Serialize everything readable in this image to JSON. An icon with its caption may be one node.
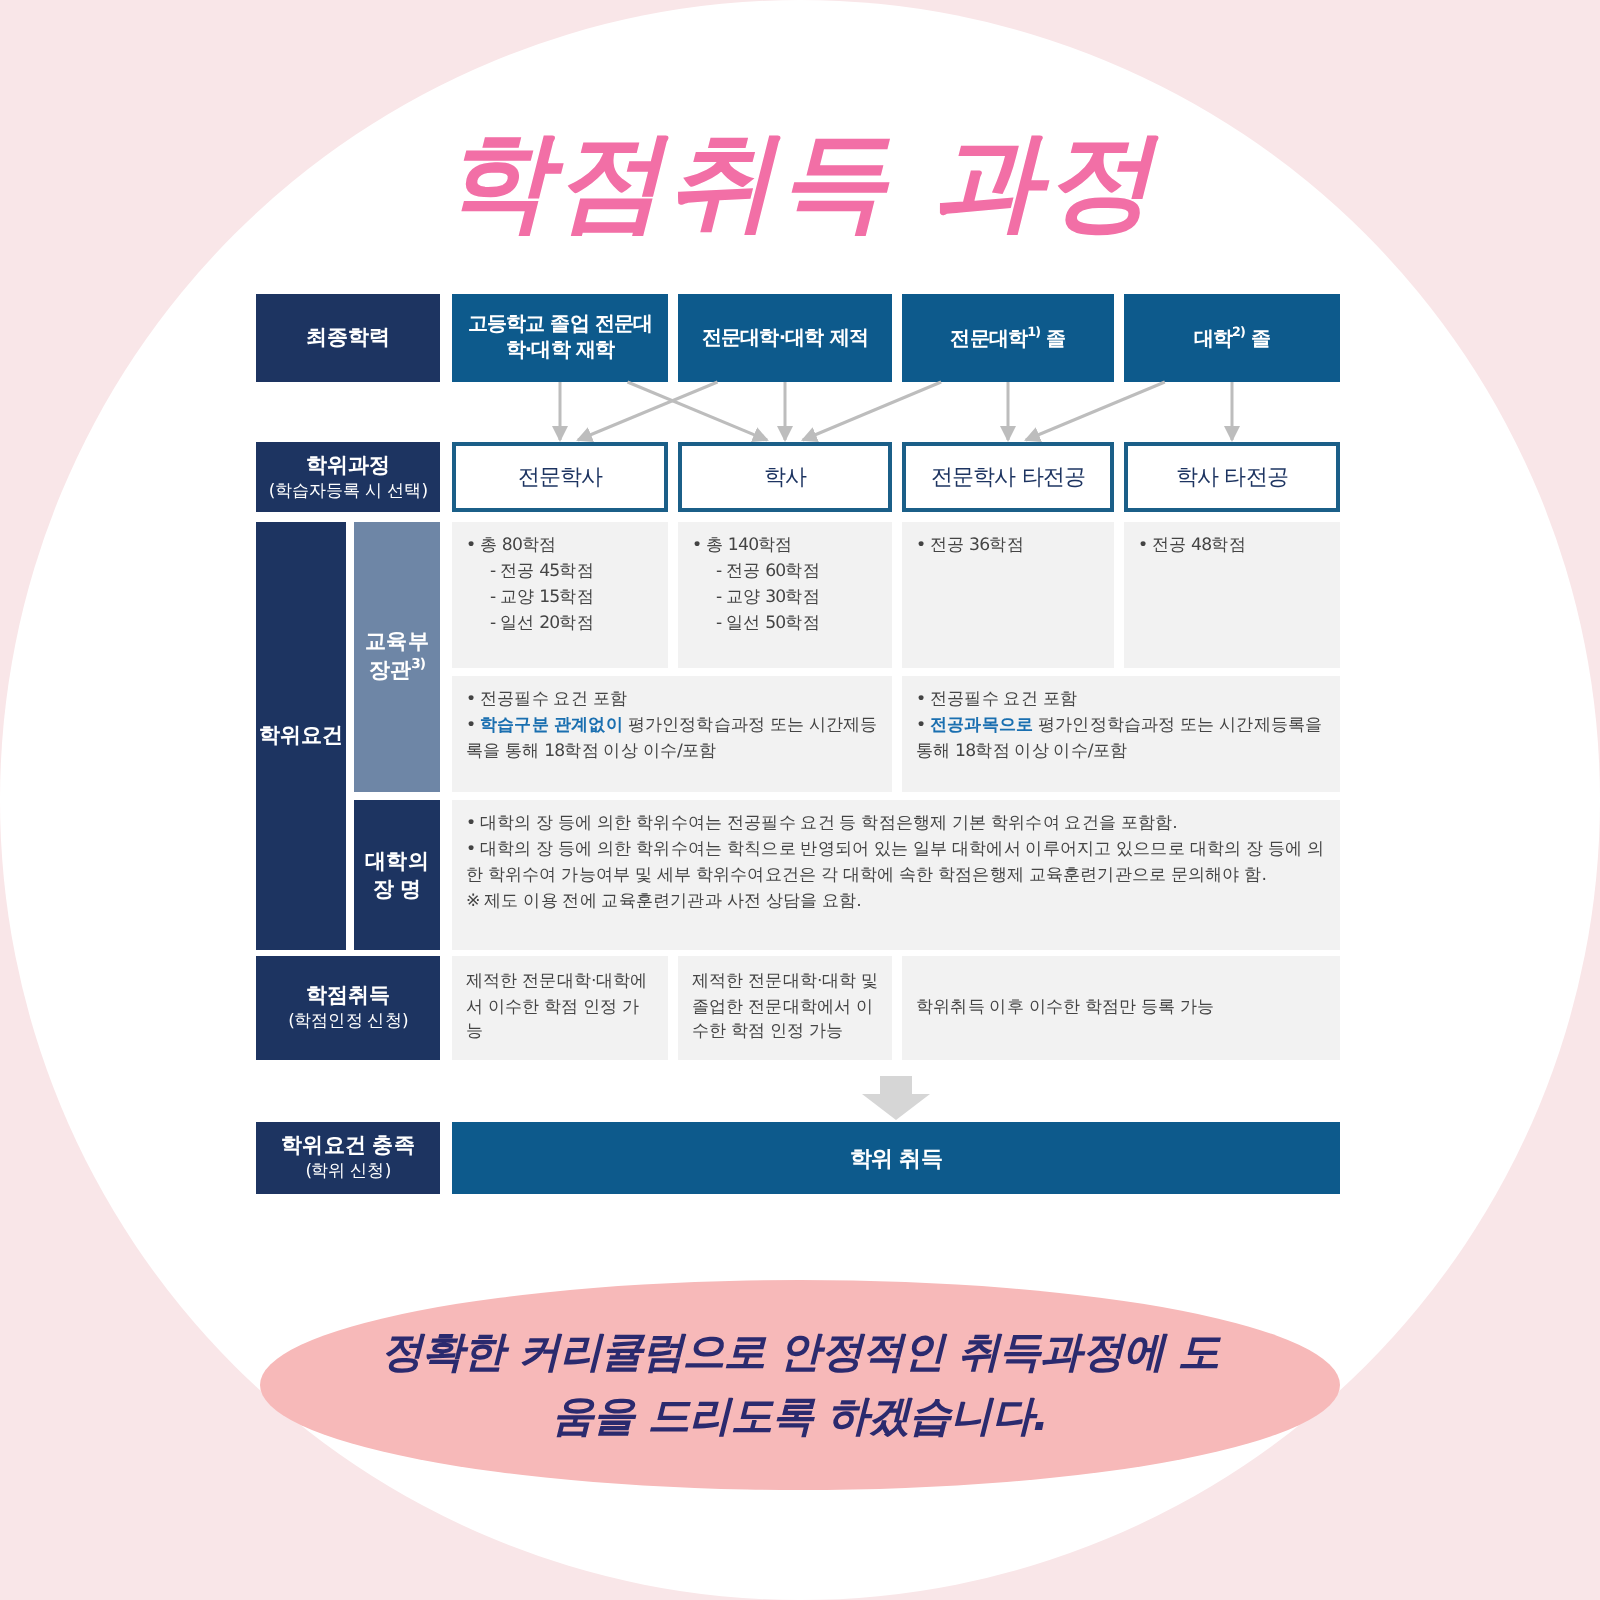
{
  "diagram": {
    "title": "학점취득 과정",
    "nodes": [
      {
        "text": [
          "최종학력"
        ]
      },
      {
        "text": [
          "고등학교 졸업 전문대학·대학 재학"
        ]
      },
      {
        "text": [
          "전문대학·대학 제적"
        ]
      },
      {
        "text": [
          "전문대학$^{1)}$ 졸"
        ]
      },
      {
        "text": [
          "대학$^{2)}$ 졸"
        ]
      },
      {
        "text": [
          "학위과정",
          "(학습자등록 시 선택)"
        ]
      },
      {
        "text": [
          "전문학사"
        ]
      },
      {
        "text": [
          "학사"
        ]
      },
      {
        "text": [
          "전문학사 타전공"
        ]
      },
      {
        "text": [
          "학사 타전공"
        ]
      },
      {
        "text": [
          "학위요건"
        ]
      },
      {
        "text": [
          "교육부 장관$^{3)}$"
        ]
      },
      {
        "text": [
          "• 총 80학점",
          "- 전공 45학점",
          "- 교양 15학점",
          "- 일선 20학점"
        ]
      },
      {
        "text": [
          "• 총 140학점",
          "- 전공 60학점",
          "- 교양 30학점",
          "- 일선 50학점"
        ]
      },
      {
        "text": [
          "• 전공 36학점"
        ]
      },
      {
        "text": [
          "• 전공 48학점"
        ]
      },
      {
        "text": [
          "• 전공필수 요건 포함",
          "• **학습구분 관계없이** 평가인정학습과정 또는 시간제등록을 통해 18학점 이상 이수/포함"
        ]
      },
      {
        "text": [
          "• 전공필수 요건 포함",
          "• **전공과목으로** 평가인정학습과정 또는 시간제등록을 통해 18학점 이상 이수/포함"
        ]
      },
      {
        "text": [
          "대학의 장 명"
        ]
      },
      {
        "text": [
          "• 대학의 장 등에 의한 학위수여는 전공필수 요건 등 학점은행제 기본 학위수여 요건을 포함함.",
          "• 대학의 장 등에 의한 학위수여는 학칙으로 반영되어 있는 일부 대학에서 이루어지고 있으므로 대학의 장 등에 의한 학위수여 가능여부 및 세부 학위수여요건은 각 대학에 속한 학점은행제 교육훈련기관으로 문의해야 함.",
          "※ 제도 이용 전에 교육훈련기관과 사전 상담을 요함."
        ]
      },
      {
        "text": [
          "학점취득",
          "(학점인정 신청)"
        ]
      },
      {
        "text": [
          "제적한 전문대학·대학에서 이수한 학점 인정 가능"
        ]
      },
      {
        "text": [
          "제적한 전문대학·대학 및 졸업한 전문대학에서 이수한 학점 인정 가능"
        ]
      },
      {
        "text": [
          "학위취득 이후 이수한 학점만 등록 가능"
        ]
      },
      {
        "text": [
          "학위요건 충족",
          "(학위 신청)"
        ]
      },
      {
        "text": [
          "학위 취득"
        ]
      },
      {
        "text": [
          "정확한 커리큘럼으로 안정적인 취득과정에 도움을 드리도록 하겠습니다."
        ]
      }
    ],
    "edges": [
      {
        "from": 1,
        "to": 6,
        "arrow": "to"
      },
      {
        "from": 1,
        "to": 7,
        "arrow": "to"
      },
      {
        "from": 2,
        "to": 6,
        "arrow": "to"
      },
      {
        "from": 2,
        "to": 7,
        "arrow": "to"
      },
      {
        "from": 3,
        "to": 7,
        "arrow": "to"
      },
      {
        "from": 3,
        "to": 8,
        "arrow": "to"
      },
      {
        "from": 4,
        "to": 8,
        "arrow": "to"
      },
      {
        "from": 4,
        "to": 9,
        "arrow": "to"
      },
      {
        "from": null,
        "to": 25,
        "arrow": "to",
        "style": "thick"
      }
    ]
  }
}
